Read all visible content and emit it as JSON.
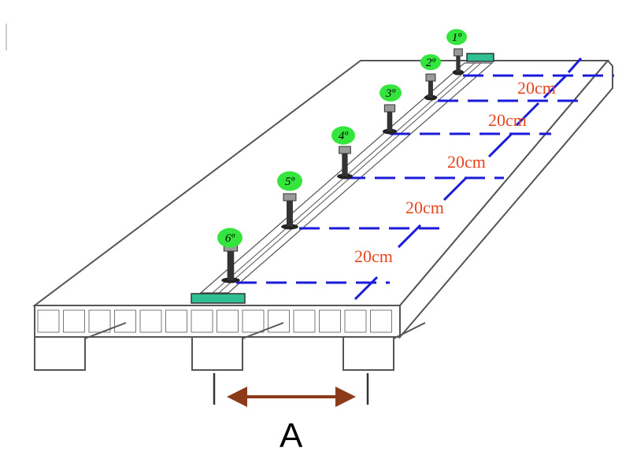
{
  "diagram": {
    "colors": {
      "outline": "#555555",
      "dashes": "#1a1adb",
      "dimension_text": "#e8451d",
      "marker_fill": "#33e53c",
      "plate_fill": "#2fbf93",
      "stud_fill": "#9a9a9a"
    },
    "markers": [
      {
        "label": "1º"
      },
      {
        "label": "2º"
      },
      {
        "label": "3º"
      },
      {
        "label": "4º"
      },
      {
        "label": "5º"
      },
      {
        "label": "6º"
      }
    ],
    "spacing_labels": [
      "20cm",
      "20cm",
      "20cm",
      "20cm",
      "20cm"
    ],
    "span_label": "A"
  }
}
